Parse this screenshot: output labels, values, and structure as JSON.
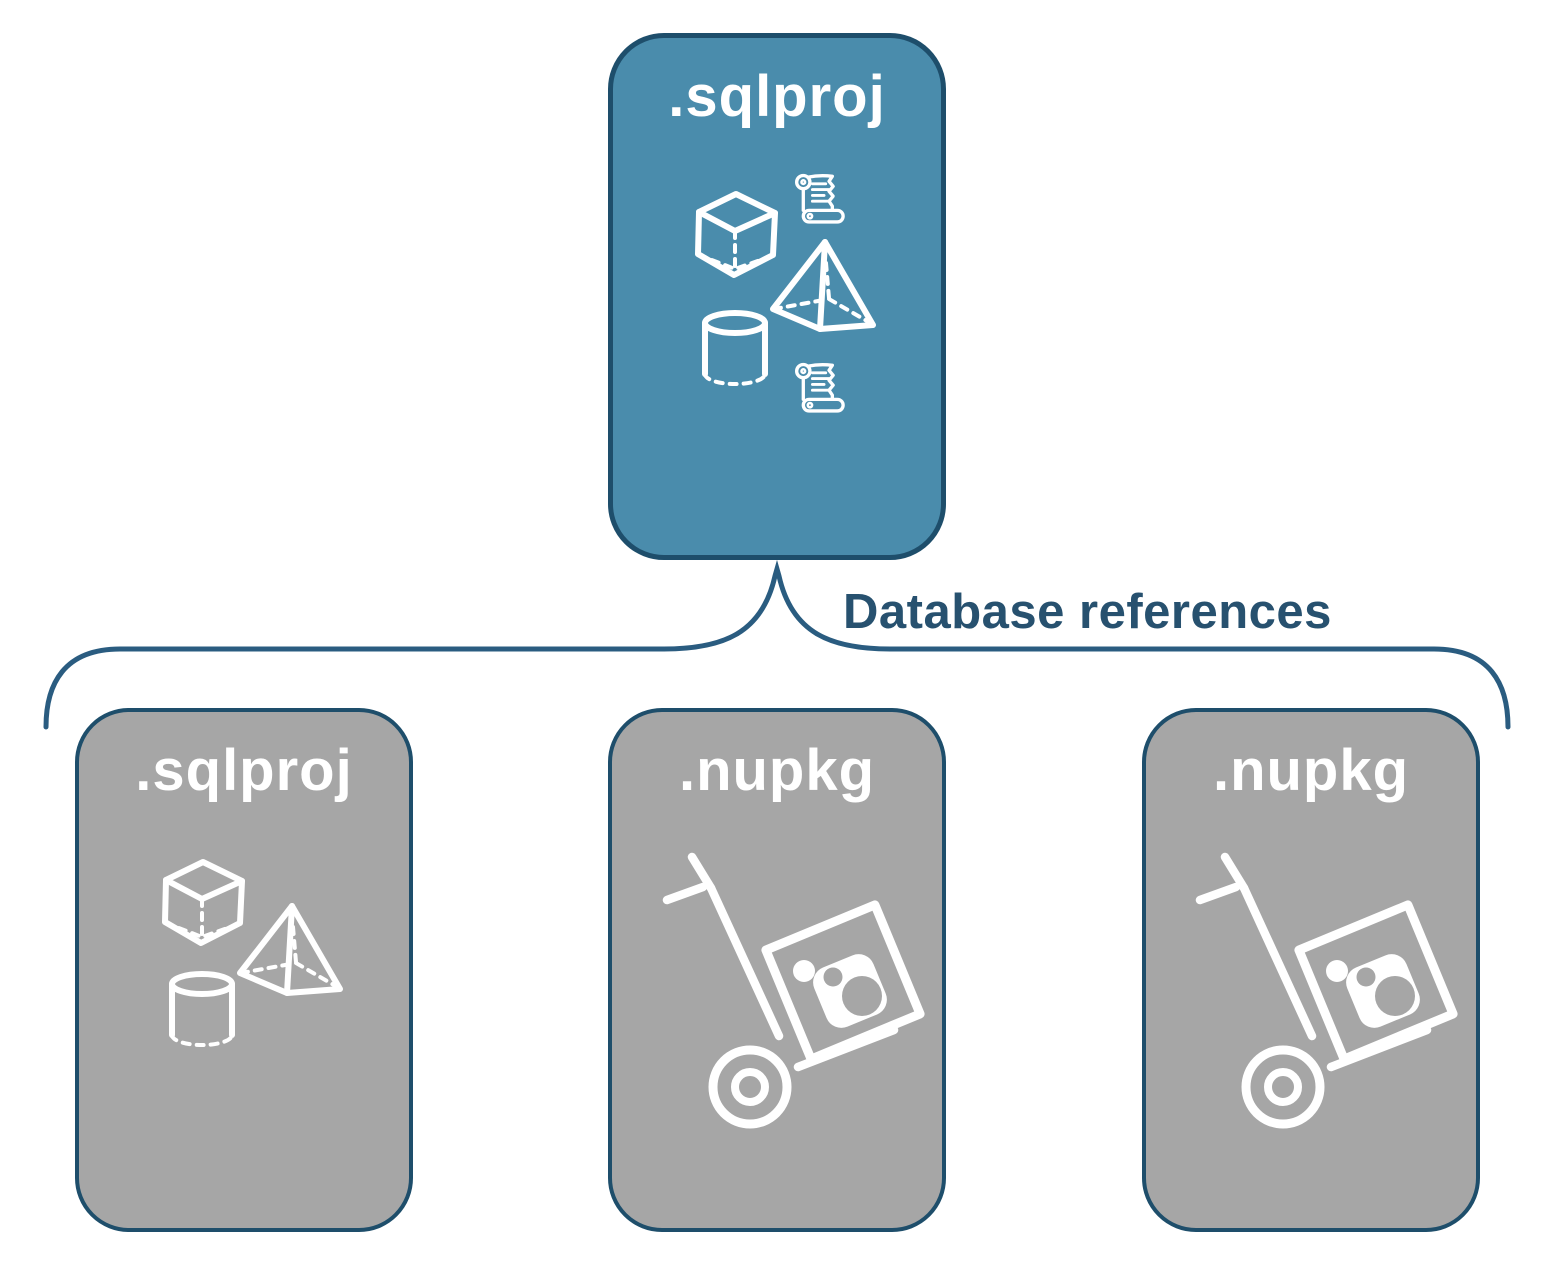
{
  "connector": {
    "label": "Database references"
  },
  "boxes": {
    "root": {
      "label": ".sqlproj",
      "icons": [
        "scroll-icon",
        "cube-icon",
        "pyramid-icon",
        "cylinder-icon",
        "scroll-icon"
      ]
    },
    "children": [
      {
        "label": ".sqlproj",
        "icons": [
          "cube-icon",
          "pyramid-icon",
          "cylinder-icon"
        ]
      },
      {
        "label": ".nupkg",
        "icons": [
          "hand-truck-package-icon"
        ]
      },
      {
        "label": ".nupkg",
        "icons": [
          "hand-truck-package-icon"
        ]
      }
    ]
  },
  "colors": {
    "root_fill": "#4A8CAC",
    "child_fill": "#A6A6A6",
    "box_border": "#1E4E6B",
    "connector_line": "#2A5C80",
    "label_text": "#27516F",
    "icon": "#FFFFFF",
    "background": "#FFFFFF"
  }
}
